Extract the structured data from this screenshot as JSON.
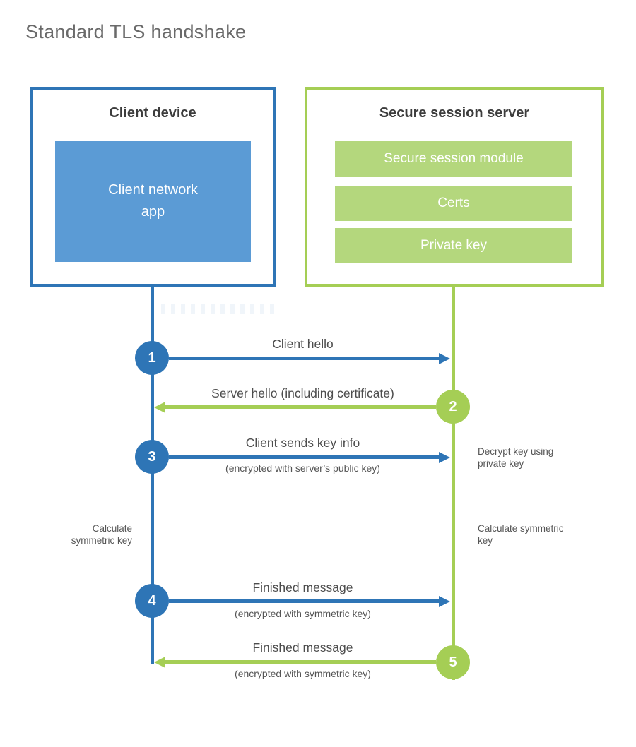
{
  "title": "Standard TLS handshake",
  "colors": {
    "client_blue": "#2e75b6",
    "client_blue_fill": "#5b9bd5",
    "server_green": "#a5ce55",
    "server_green_fill": "#b4d77d"
  },
  "client_box": {
    "title": "Client device",
    "app_label": "Client network app"
  },
  "server_box": {
    "title": "Secure session server",
    "modules": [
      "Secure session module",
      "Certs",
      "Private key"
    ]
  },
  "steps": [
    {
      "number": "1",
      "direction": "right",
      "label": "Client hello",
      "sublabel": ""
    },
    {
      "number": "2",
      "direction": "left",
      "label": "Server hello (including certificate)",
      "sublabel": ""
    },
    {
      "number": "3",
      "direction": "right",
      "label": "Client sends key info",
      "sublabel": "(encrypted with server’s public key)"
    },
    {
      "number": "4",
      "direction": "right",
      "label": "Finished message",
      "sublabel": "(encrypted with symmetric key)"
    },
    {
      "number": "5",
      "direction": "left",
      "label": "Finished message",
      "sublabel": "(encrypted with symmetric key)"
    }
  ],
  "side_notes": {
    "left_calculate": "Calculate symmetric key",
    "right_decrypt": "Decrypt key using private key",
    "right_calculate": "Calculate symmetric key"
  }
}
